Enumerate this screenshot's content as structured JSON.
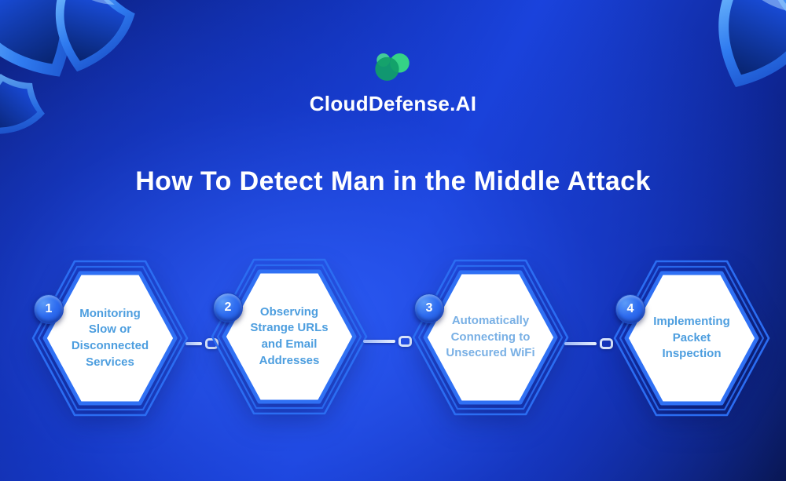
{
  "brand": {
    "name": "CloudDefense.AI",
    "logo_icon": "cloud-circles-icon",
    "logo_colors": [
      "#119e68",
      "#35d286",
      "#49dc93"
    ]
  },
  "title": "How To Detect Man in the Middle Attack",
  "steps": [
    {
      "number": "1",
      "label": "Monitoring\nSlow or\nDisconnected\nServices"
    },
    {
      "number": "2",
      "label": "Observing\nStrange URLs\nand Email\nAddresses"
    },
    {
      "number": "3",
      "label": "Automatically\nConnecting to\nUnsecured WiFi"
    },
    {
      "number": "4",
      "label": "Implementing\nPacket\nInspection"
    }
  ],
  "theme": {
    "background_dark": "#071348",
    "background_bright": "#1a43dd",
    "ring_color": "#2b6df2",
    "hex_fill": "#ffffff",
    "step_text_color": "#4d9edf",
    "badge_color": "#2e6cf0",
    "title_color": "#ffffff",
    "connector_color": "#dde9ff"
  }
}
